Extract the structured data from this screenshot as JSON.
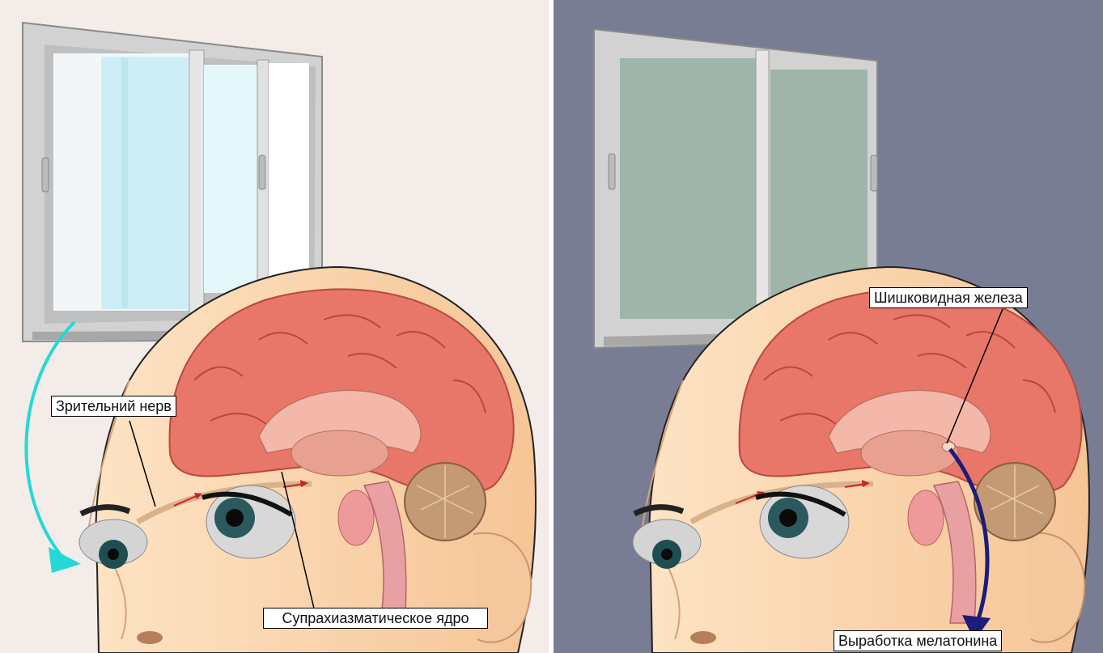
{
  "labels": {
    "optic_nerve": "Зрительний нерв",
    "scn": "Супрахиазматическое ядро",
    "pineal": "Шишковидная железа",
    "melatonin": "Выработка мелатонина"
  },
  "colors": {
    "day_background": "#f4ece8",
    "night_background": "#797d94",
    "daylight_arrow": "#25d8d8",
    "melatonin_arrow": "#1c1c7a",
    "signal_arrow": "#cc2222",
    "brain": "#e8776a",
    "skin": "#fbd6ad"
  }
}
